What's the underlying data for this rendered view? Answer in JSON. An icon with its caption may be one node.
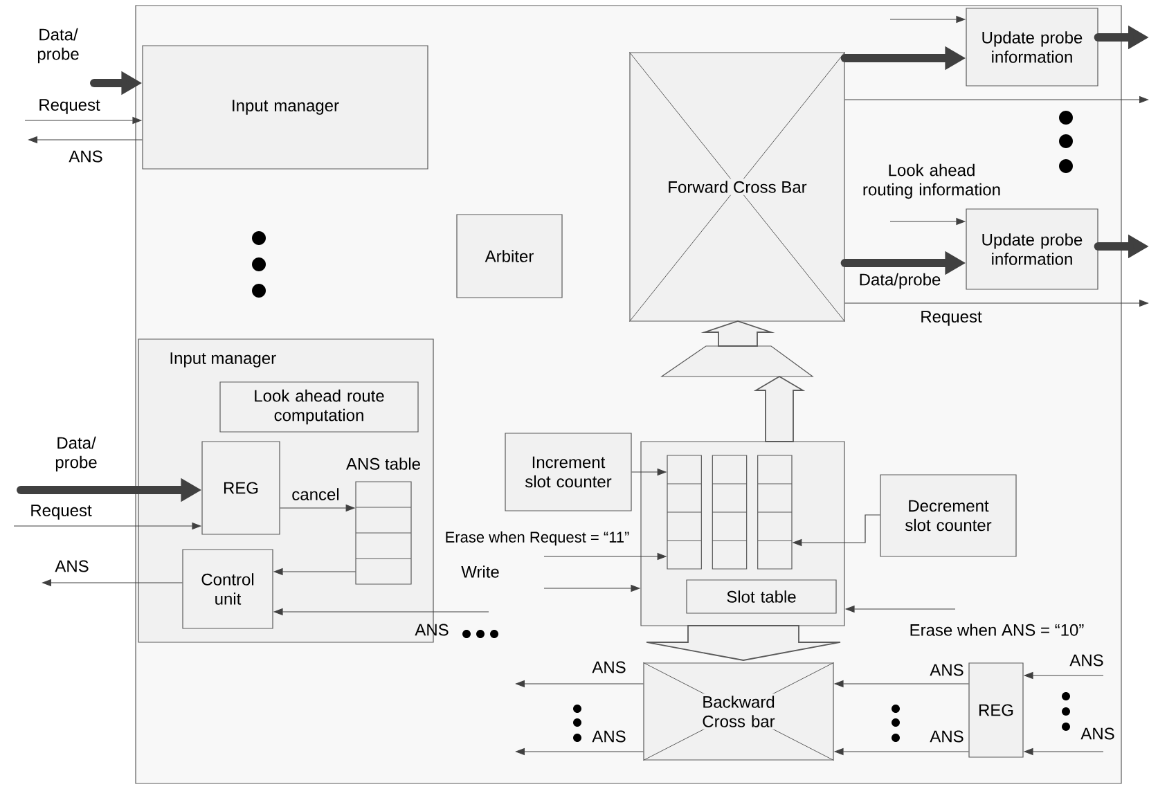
{
  "diagram": {
    "nodes": [
      {
        "text": [],
        "shape": "box"
      },
      {
        "text": [
          "Input manager"
        ],
        "in": 0
      },
      {
        "text": [
          "Arbiter"
        ],
        "in": 0
      },
      {
        "text": [
          "Forward  Cross Bar"
        ],
        "in": 0
      },
      {
        "text": [
          "Update probe information"
        ],
        "in": 0
      },
      {
        "text": [
          "Update probe information"
        ],
        "in": 0
      },
      {
        "text": [],
        "shape": "trapezoid",
        "in": 0
      },
      {
        "text": [
          "Input manager"
        ],
        "in": 0
      },
      {
        "text": [
          "Look ahead route computation"
        ],
        "in": 7
      },
      {
        "text": [
          "REG"
        ],
        "in": 7
      },
      {
        "text": [
          "ANS table"
        ],
        "in": 7
      },
      {
        "text": [
          "Control unit"
        ],
        "in": 7
      },
      {
        "text": [
          "Increment slot counter"
        ],
        "in": 0
      },
      {
        "text": [],
        "shape": "box",
        "in": 0
      },
      {
        "text": [],
        "shape": "table",
        "in": 13
      },
      {
        "text": [
          "Slot table"
        ],
        "in": 13
      },
      {
        "text": [
          "Decrement slot counter"
        ],
        "in": 0
      },
      {
        "text": [
          "Backward Cross bar"
        ],
        "in": 0
      },
      {
        "text": [
          "REG"
        ],
        "in": 0
      }
    ],
    "edges": [
      {
        "from": null,
        "to": 1,
        "arrow": "to",
        "style": "thick",
        "label": "Data/ probe"
      },
      {
        "from": null,
        "to": 1,
        "arrow": "to",
        "label": "Request"
      },
      {
        "from": 1,
        "to": null,
        "arrow": "to",
        "label": "ANS"
      },
      {
        "from": 3,
        "to": 4,
        "arrow": "to",
        "style": "thick"
      },
      {
        "from": null,
        "to": 4,
        "arrow": "to"
      },
      {
        "from": 4,
        "to": null,
        "arrow": "to",
        "style": "thick"
      },
      {
        "from": 3,
        "to": null,
        "arrow": "to"
      },
      {
        "from": 3,
        "to": 5,
        "arrow": "to",
        "style": "thick",
        "label": "Data/probe"
      },
      {
        "from": null,
        "to": 5,
        "arrow": "to",
        "label": "Look ahead routing information"
      },
      {
        "from": 5,
        "to": null,
        "arrow": "to",
        "style": "thick"
      },
      {
        "from": 3,
        "to": null,
        "arrow": "to",
        "label": "Request"
      },
      {
        "from": null,
        "to": 9,
        "arrow": "to",
        "style": "thick",
        "label": "Data/ probe"
      },
      {
        "from": null,
        "to": 9,
        "arrow": "to",
        "label": "Request"
      },
      {
        "from": 9,
        "to": 10,
        "arrow": "to",
        "label": "cancel"
      },
      {
        "from": 10,
        "to": 11,
        "arrow": "to"
      },
      {
        "from": 11,
        "to": null,
        "arrow": "to",
        "label": "ANS"
      },
      {
        "from": null,
        "to": 11,
        "arrow": "to",
        "label": "ANS"
      },
      {
        "from": 12,
        "to": 14,
        "arrow": "to"
      },
      {
        "from": 16,
        "to": 14,
        "arrow": "to"
      },
      {
        "from": null,
        "to": 14,
        "arrow": "to",
        "label": "Erase when Request = “11”"
      },
      {
        "from": null,
        "to": 13,
        "arrow": "to",
        "label": "Write"
      },
      {
        "from": null,
        "to": 13,
        "arrow": "to",
        "label": "Erase when ANS = “10”"
      },
      {
        "from": 6,
        "to": 3,
        "arrow": "to",
        "style": "thick"
      },
      {
        "from": 13,
        "to": 6,
        "arrow": "to",
        "style": "thick"
      },
      {
        "from": 13,
        "to": 17,
        "arrow": "to",
        "style": "thick"
      },
      {
        "from": 18,
        "to": 17,
        "arrow": "to",
        "label": "ANS"
      },
      {
        "from": 18,
        "to": 17,
        "arrow": "to",
        "label": "ANS"
      },
      {
        "from": null,
        "to": 18,
        "arrow": "to",
        "label": "ANS"
      },
      {
        "from": null,
        "to": 18,
        "arrow": "to",
        "label": "ANS"
      },
      {
        "from": 17,
        "to": null,
        "arrow": "to",
        "label": "ANS"
      },
      {
        "from": 17,
        "to": null,
        "arrow": "to",
        "label": "ANS"
      }
    ]
  }
}
